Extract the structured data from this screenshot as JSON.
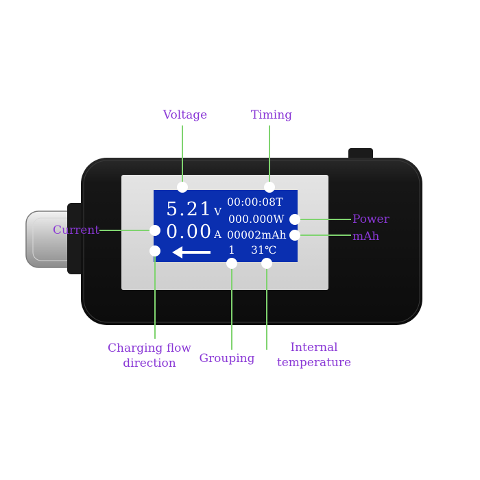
{
  "screen": {
    "voltage_value": "5.21",
    "voltage_unit": "V",
    "current_value": "0.00",
    "current_unit": "A",
    "timing": "00:00:08T",
    "power": "000.000W",
    "capacity": "00002mAh",
    "group": "1",
    "temperature": "31℃"
  },
  "callouts": {
    "voltage": "Voltage",
    "timing": "Timing",
    "current": "Current",
    "power": "Power",
    "mah": "mAh",
    "charging_flow_line1": "Charging flow",
    "charging_flow_line2": "direction",
    "grouping": "Grouping",
    "internal_temperature_line1": "Internal",
    "internal_temperature_line2": "temperature"
  },
  "colors": {
    "label": "#8a38d6",
    "leader_line": "#7fd36f",
    "device_body": "#141414",
    "bezel": "#d9d9d9",
    "lcd_background": "#0a2fb0",
    "lcd_text": "#ffffff"
  }
}
